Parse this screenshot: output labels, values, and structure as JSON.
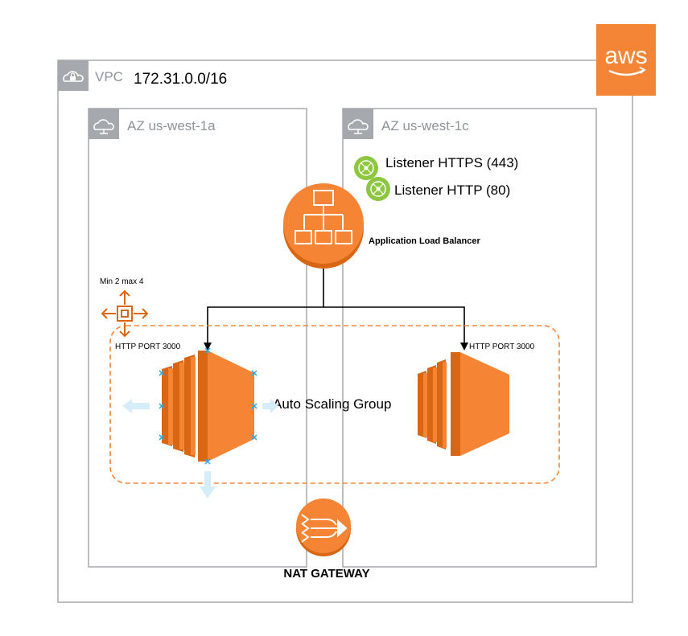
{
  "vpc": {
    "label": "VPC",
    "cidr": "172.31.0.0/16"
  },
  "az_left": {
    "label": "AZ us-west-1a"
  },
  "az_right": {
    "label": "AZ us-west-1c"
  },
  "listeners": [
    {
      "label": "Listener HTTPS (443)"
    },
    {
      "label": "Listener HTTP (80)"
    }
  ],
  "load_balancer": {
    "label": "Application Load Balancer"
  },
  "scaling": {
    "label": "Min 2 max 4"
  },
  "asg": {
    "label": "Auto Scaling Group"
  },
  "instances": [
    {
      "port_label": "HTTP PORT 3000"
    },
    {
      "port_label": "HTTP PORT 3000"
    }
  ],
  "nat": {
    "label": "NAT GATEWAY"
  },
  "aws_logo": {
    "text": "aws"
  },
  "icons": {
    "vpc": "cloud-lock-icon",
    "az": "cloud-network-icon",
    "listener": "listener-icon",
    "alb": "load-balancer-icon",
    "scaling": "auto-scaling-icon",
    "ec2": "ec2-instance-icon",
    "nat": "nat-gateway-icon",
    "brand": "aws-logo-icon"
  },
  "colors": {
    "orange": "#F58534",
    "orange_dark": "#D86613",
    "border_gray": "#A5A8AD",
    "text_gray": "#8C9399",
    "listener_green": "#8DC63F",
    "aws_orange": "#F58536",
    "selection_blue": "#29A7E8"
  }
}
